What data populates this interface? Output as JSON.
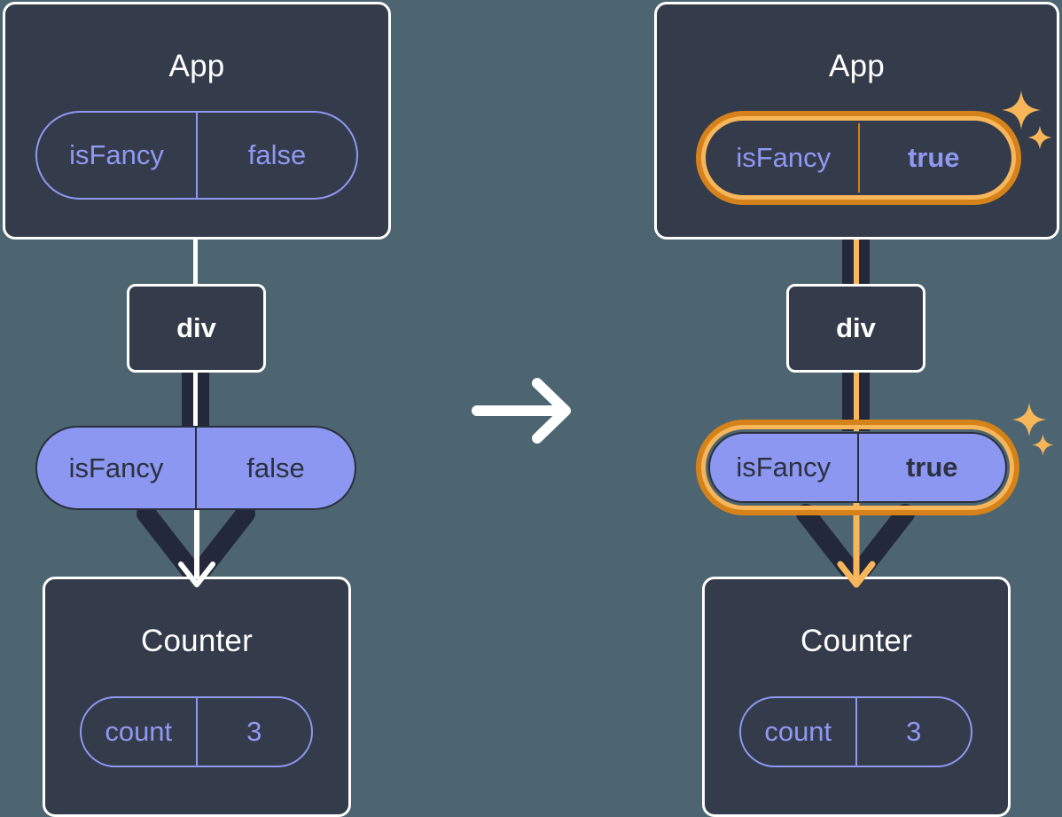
{
  "diagram": {
    "type": "react-state-propagation",
    "title_left": "App",
    "title_right": "App",
    "transition_icon": "arrow-right-icon",
    "colors": {
      "background": "#4c6571",
      "card": "#343b4b",
      "card_border": "#ffffff",
      "pill_outline": "#8f99f2",
      "pill_filled": "#8b97f0",
      "highlight_outer": "#d5821a",
      "highlight_inner": "#f7b65a",
      "wire_dark": "#23283a",
      "wire_core_default": "#ffffff",
      "wire_core_highlight": "#f7b65a",
      "sparkle": "#f7b65a"
    }
  },
  "before": {
    "app": {
      "title": "App",
      "state": {
        "key": "isFancy",
        "value": "false",
        "highlighted": false,
        "style": "outline"
      }
    },
    "div": {
      "label": "div"
    },
    "prop": {
      "key": "isFancy",
      "value": "false",
      "highlighted": false,
      "style": "filled"
    },
    "counter": {
      "title": "Counter",
      "state": {
        "key": "count",
        "value": "3",
        "highlighted": false,
        "style": "outline"
      }
    }
  },
  "after": {
    "app": {
      "title": "App",
      "state": {
        "key": "isFancy",
        "value": "true",
        "highlighted": true,
        "style": "outline"
      }
    },
    "div": {
      "label": "div"
    },
    "prop": {
      "key": "isFancy",
      "value": "true",
      "highlighted": true,
      "style": "filled"
    },
    "counter": {
      "title": "Counter",
      "state": {
        "key": "count",
        "value": "3",
        "highlighted": false,
        "style": "outline"
      }
    }
  },
  "sparkles": {
    "icon_name": "sparkle-icon",
    "count_top": 2,
    "count_bottom": 2
  }
}
